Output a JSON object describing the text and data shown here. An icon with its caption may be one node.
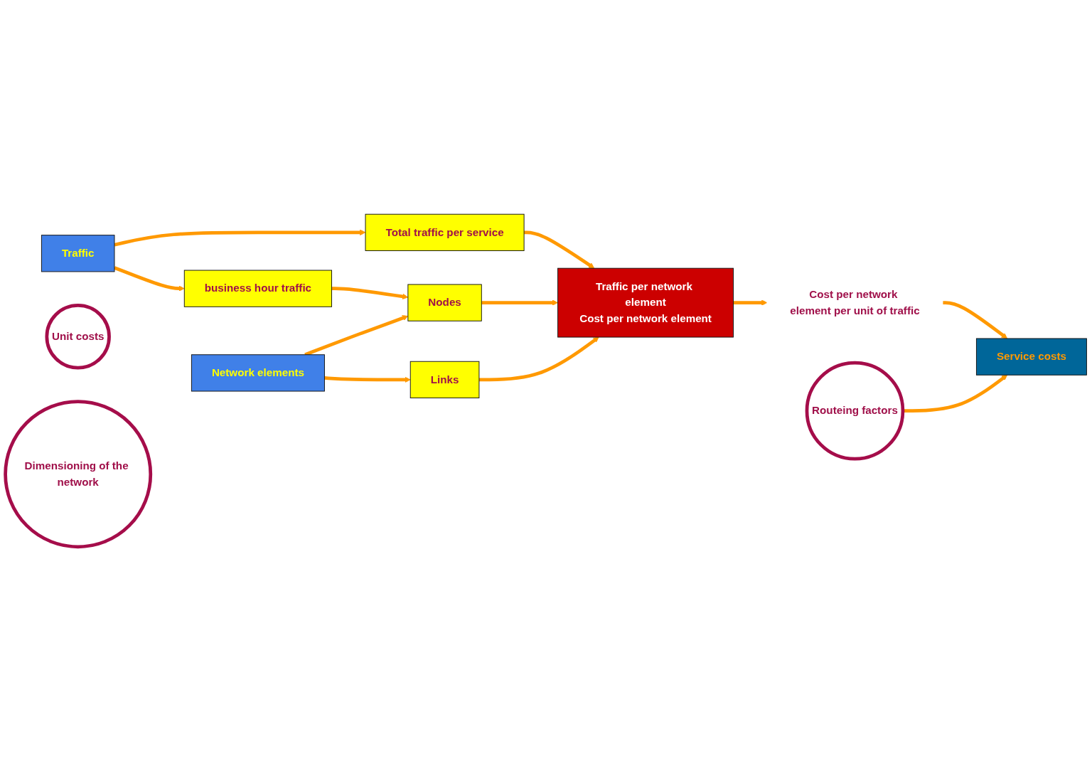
{
  "diagram": {
    "nodes": [
      {
        "text": [
          "Service costs"
        ]
      },
      {
        "text": [
          "Cost per network element per unit of traffic"
        ]
      },
      {
        "text": [
          "Routeing factors"
        ]
      },
      {
        "text": [
          "Traffic"
        ]
      },
      {
        "text": [
          "Total traffic per service"
        ]
      },
      {
        "text": [
          "business hour traffic"
        ]
      },
      {
        "text": [
          "Traffic per network element",
          "Cost per network element"
        ]
      },
      {
        "text": [
          "Unit costs"
        ]
      },
      {
        "text": [
          "Dimensioning of the network"
        ]
      },
      {
        "text": [
          "Nodes"
        ]
      },
      {
        "text": [
          "Links"
        ]
      },
      {
        "text": [
          "Network elements"
        ]
      }
    ],
    "edges": [
      {
        "from": 1,
        "to": 0,
        "arrow": "to"
      },
      {
        "from": 2,
        "to": 0,
        "arrow": "to"
      },
      {
        "from": 6,
        "to": 1,
        "arrow": "to"
      },
      {
        "from": 3,
        "to": 4,
        "arrow": "to"
      },
      {
        "from": 3,
        "to": 5,
        "arrow": "to"
      },
      {
        "from": 4,
        "to": 6,
        "arrow": "to"
      },
      {
        "from": 5,
        "to": 9,
        "arrow": "to"
      },
      {
        "from": 9,
        "to": 6,
        "arrow": "to"
      },
      {
        "from": 10,
        "to": 6,
        "arrow": "to"
      },
      {
        "from": 11,
        "to": 9,
        "arrow": "to"
      },
      {
        "from": 11,
        "to": 10,
        "arrow": "to"
      }
    ]
  }
}
